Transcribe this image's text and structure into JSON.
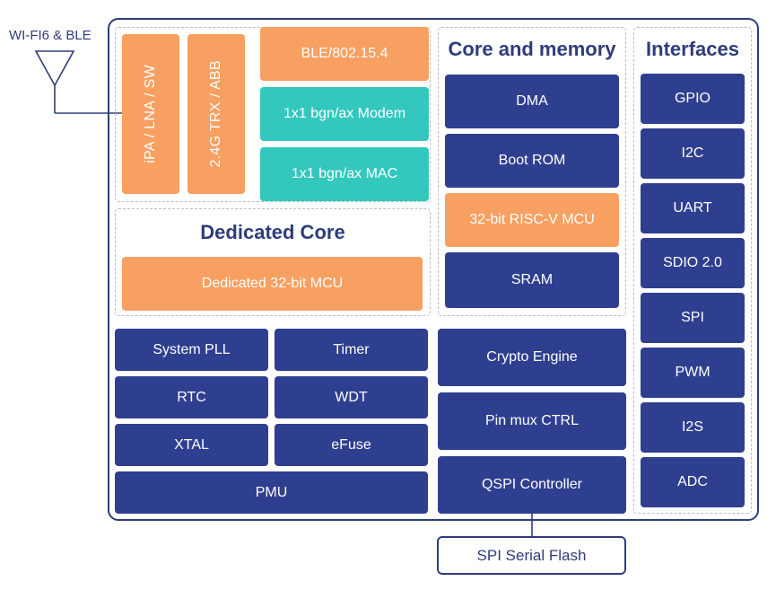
{
  "antenna": {
    "label": "WI-FI6 & BLE"
  },
  "radio": {
    "front_end": "iPA / LNA / SW",
    "trx": "2.4G TRX / ABB",
    "ble": "BLE/802.15.4",
    "modem": "1x1 bgn/ax Modem",
    "mac": "1x1 bgn/ax MAC"
  },
  "dedicated_core": {
    "title": "Dedicated Core",
    "mcu": "Dedicated 32-bit MCU"
  },
  "core_memory": {
    "title": "Core and memory",
    "items": [
      "DMA",
      "Boot ROM",
      "32-bit RISC-V MCU",
      "SRAM"
    ]
  },
  "interfaces": {
    "title": "Interfaces",
    "items": [
      "GPIO",
      "I2C",
      "UART",
      "SDIO 2.0",
      "SPI",
      "PWM",
      "I2S",
      "ADC"
    ]
  },
  "system": {
    "system_pll": "System PLL",
    "timer": "Timer",
    "rtc": "RTC",
    "wdt": "WDT",
    "xtal": "XTAL",
    "efuse": "eFuse",
    "pmu": "PMU"
  },
  "peripherals": {
    "crypto": "Crypto Engine",
    "pinmux": "Pin mux CTRL",
    "qspi": "QSPI Controller"
  },
  "external": {
    "flash": "SPI Serial Flash"
  },
  "colors": {
    "navy": "#2f3f8f",
    "orange": "#f7a061",
    "teal": "#33c7be",
    "outline": "#2e3d7a"
  }
}
